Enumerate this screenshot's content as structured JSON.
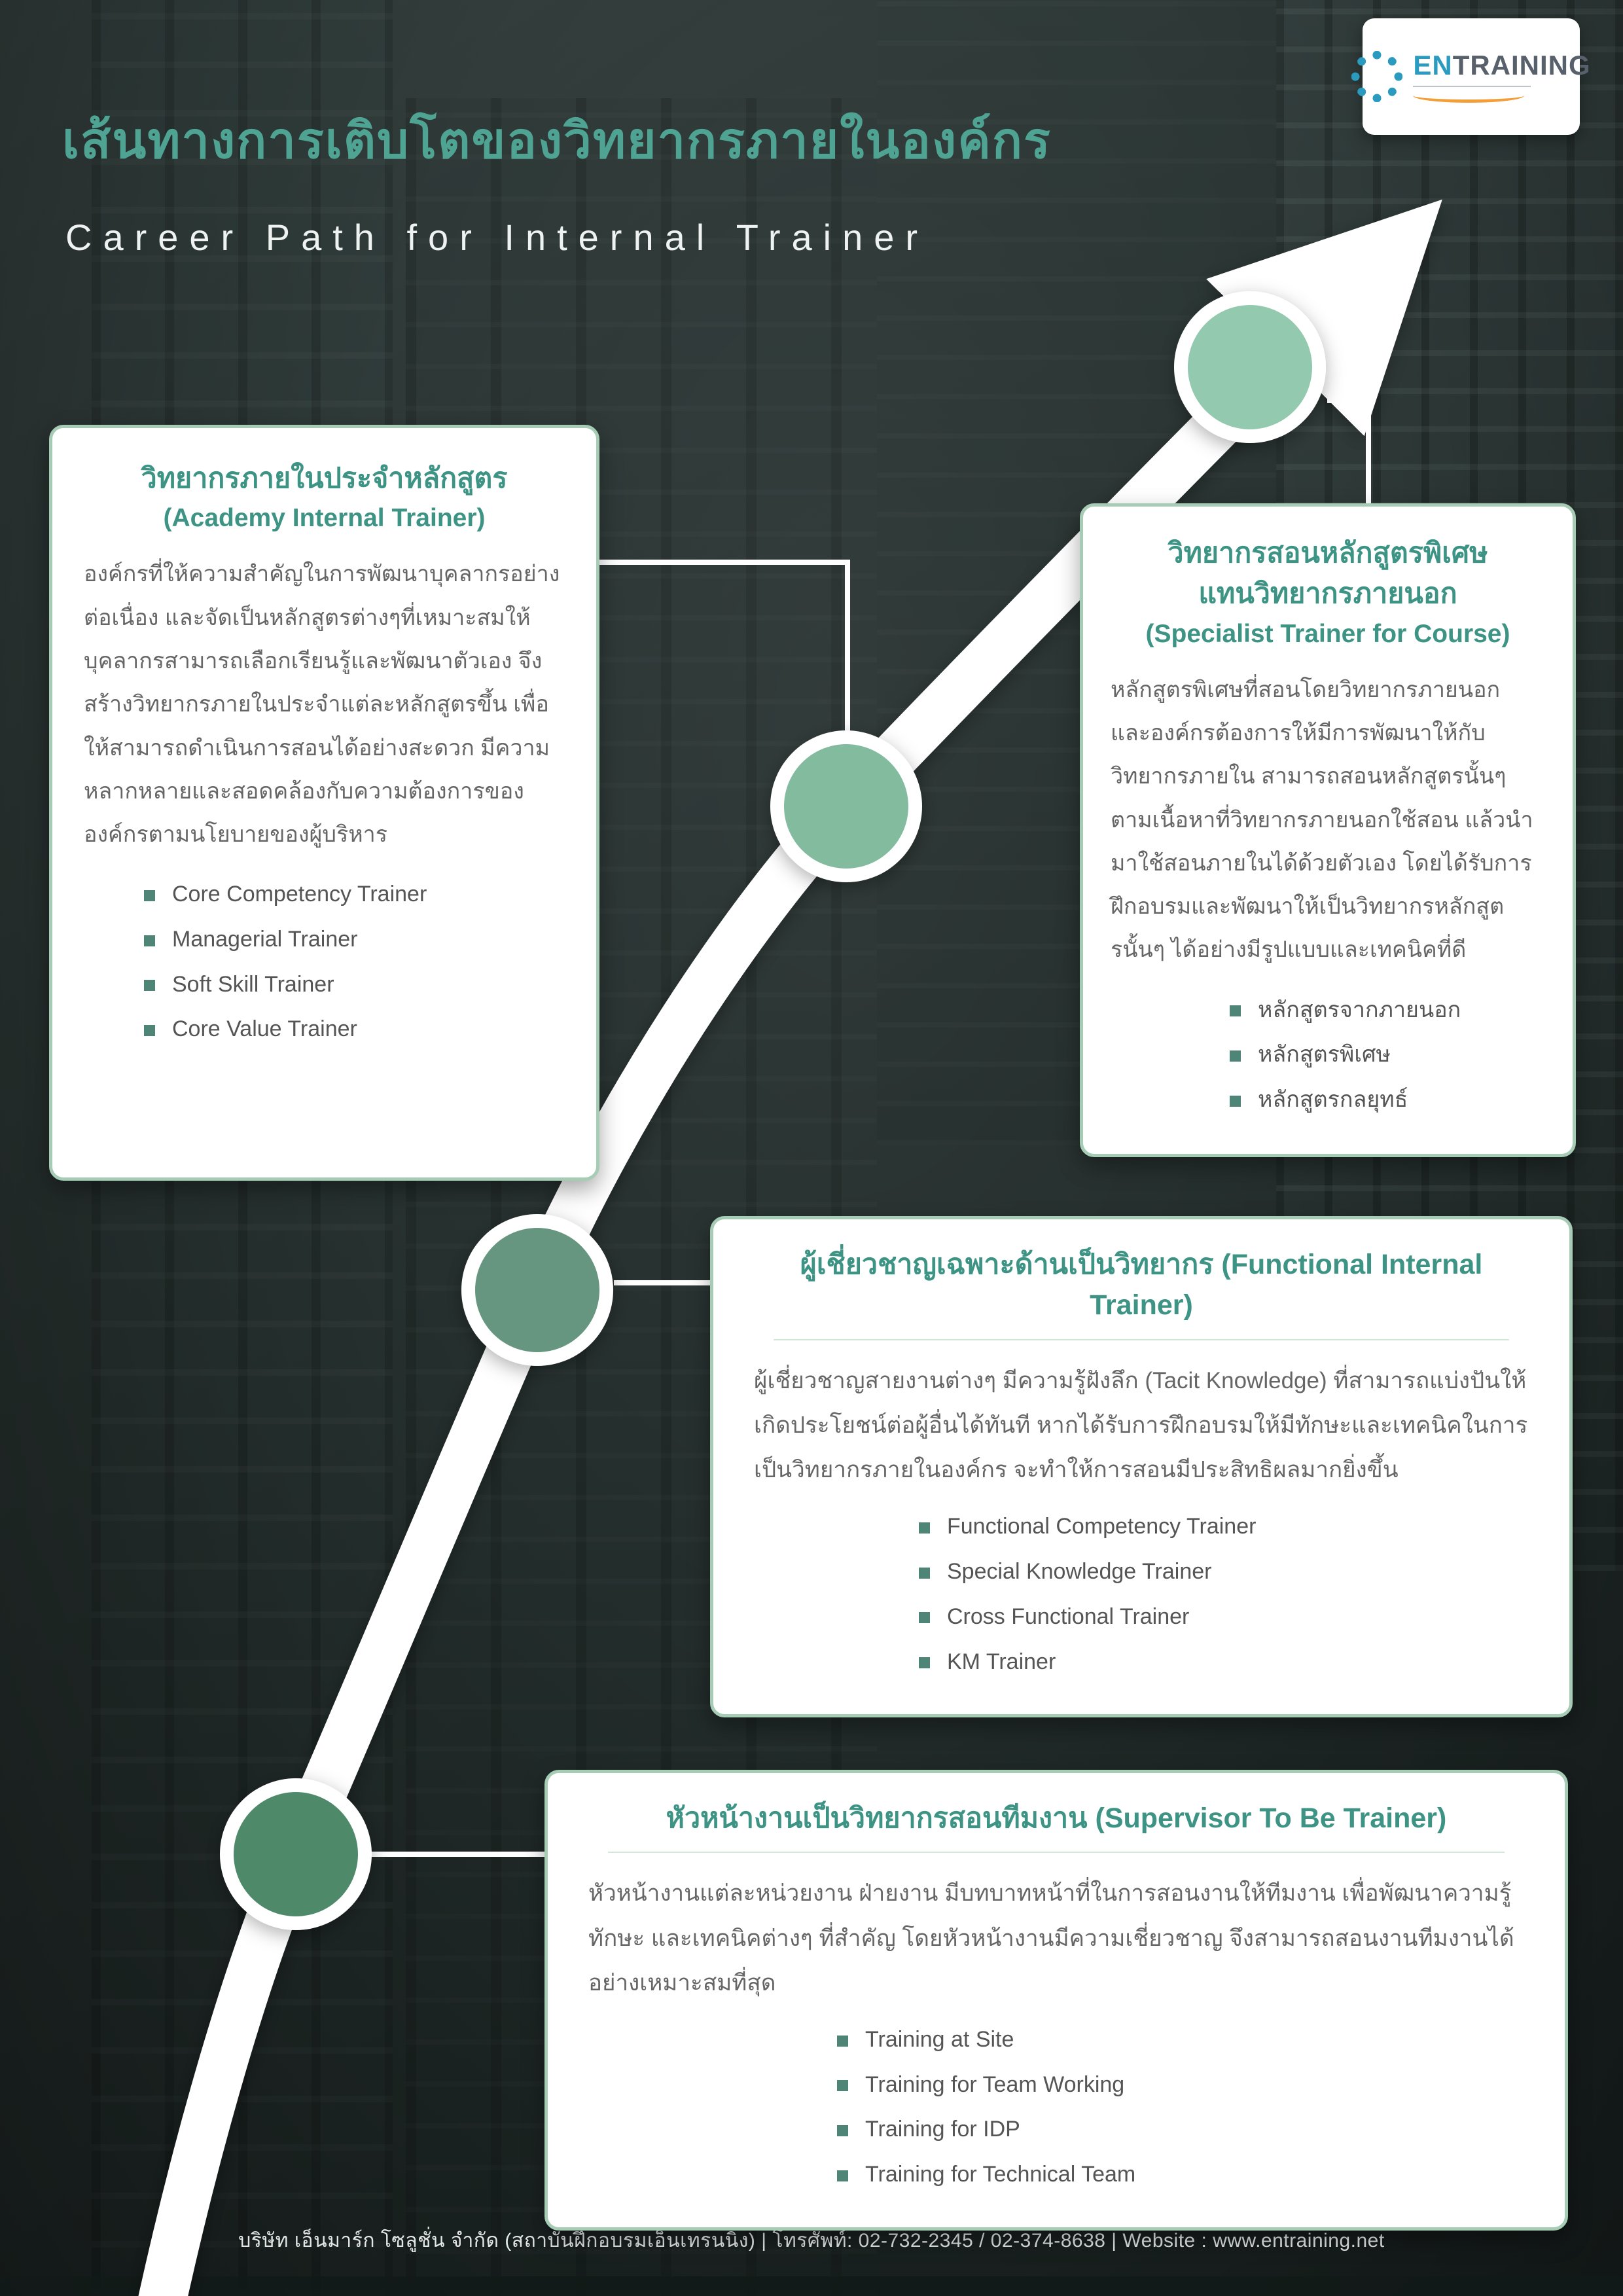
{
  "header": {
    "title_th": "เส้นทางการเติบโตของวิทยากรภายในองค์กร",
    "title_en": "Career Path for Internal Trainer"
  },
  "logo": {
    "brand_prefix": "EN",
    "brand_rest": "TRAINING"
  },
  "cards": [
    {
      "title": "วิทยากรภายในประจำหลักสูตร",
      "subtitle": "(Academy Internal Trainer)",
      "body": "องค์กรที่ให้ความสำคัญในการพัฒนาบุคลากรอย่างต่อเนื่อง และจัดเป็นหลักสูตรต่างๆที่เหมาะสมให้บุคลากรสามารถเลือกเรียนรู้และพัฒนาตัวเอง จึงสร้างวิทยากรภายในประจำแต่ละหลักสูตรขึ้น เพื่อให้สามารถดำเนินการสอนได้อย่างสะดวก มีความหลากหลายและสอดคล้องกับความต้องการขององค์กรตามนโยบายของผู้บริหาร",
      "bullets": [
        "Core Competency Trainer",
        "Managerial Trainer",
        "Soft Skill Trainer",
        "Core Value Trainer"
      ]
    },
    {
      "title": "วิทยากรสอนหลักสูตรพิเศษ",
      "title_line2": "แทนวิทยากรภายนอก",
      "subtitle": "(Specialist Trainer for Course)",
      "body": "หลักสูตรพิเศษที่สอนโดยวิทยากรภายนอก และองค์กรต้องการให้มีการพัฒนาให้กับวิทยากรภายใน สามารถสอนหลักสูตรนั้นๆ ตามเนื้อหาที่วิทยากรภายนอกใช้สอน แล้วนำมาใช้สอนภายในได้ด้วยตัวเอง โดยได้รับการฝึกอบรมและพัฒนาให้เป็นวิทยากรหลักสูตรนั้นๆ ได้อย่างมีรูปแบบและเทคนิคที่ดี",
      "bullets": [
        "หลักสูตรจากภายนอก",
        "หลักสูตรพิเศษ",
        "หลักสูตรกลยุทธ์"
      ]
    },
    {
      "title": "ผู้เชี่ยวชาญเฉพาะด้านเป็นวิทยากร (Functional Internal Trainer)",
      "body": "ผู้เชี่ยวชาญสายงานต่างๆ มีความรู้ฝังลึก (Tacit Knowledge) ที่สามารถแบ่งปันให้เกิดประโยชน์ต่อผู้อื่นได้ทันที หากได้รับการฝึกอบรมให้มีทักษะและเทคนิคในการเป็นวิทยากรภายในองค์กร จะทำให้การสอนมีประสิทธิผลมากยิ่งขึ้น",
      "bullets": [
        "Functional Competency Trainer",
        "Special Knowledge Trainer",
        "Cross Functional Trainer",
        "KM Trainer"
      ]
    },
    {
      "title": "หัวหน้างานเป็นวิทยากรสอนทีมงาน (Supervisor To Be Trainer)",
      "body": "หัวหน้างานแต่ละหน่วยงาน ฝ่ายงาน มีบทบาทหน้าที่ในการสอนงานให้ทีมงาน เพื่อพัฒนาความรู้ ทักษะ และเทคนิคต่างๆ ที่สำคัญ โดยหัวหน้างานมีความเชี่ยวชาญ จึงสามารถสอนงานทีมงานได้อย่างเหมาะสมที่สุด",
      "bullets": [
        "Training at Site",
        "Training for Team Working",
        "Training for IDP",
        "Training for Technical Team"
      ]
    }
  ],
  "footer": {
    "text": "บริษัท เอ็นมาร์ก โซลูชั่น จำกัด (สถาบันฝึกอบรมเอ็นเทรนนิ่ง) | โทรศัพท์: 02-732-2345 / 02-374-8638 | Website : www.entraining.net"
  },
  "icons": {
    "bullet": "small-square",
    "path_arrow": "white-arrowhead",
    "logo_mark": "dotted-circle"
  },
  "colors": {
    "title_teal": "#4fa392",
    "card_title_teal": "#3e9484",
    "card_border_green": "#a6ccb5",
    "bullet_square": "#4e8577",
    "path_white": "#ffffff",
    "node_colors": [
      "#4e8a69",
      "#66967f",
      "#83bb9f",
      "#92c9af"
    ],
    "background_dark": "#27312f"
  }
}
